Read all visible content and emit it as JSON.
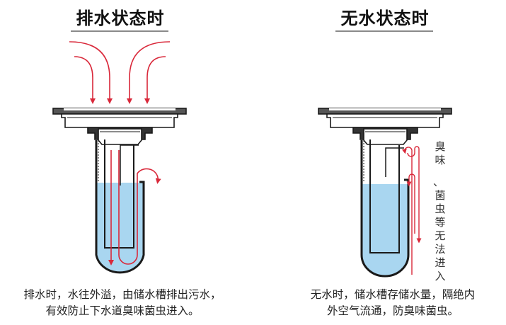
{
  "left_panel": {
    "title": "排水状态时",
    "caption_line1": "排水时，水往外溢，由储水槽排出污水，",
    "caption_line2": "有效防止下水道臭味菌虫进入。"
  },
  "right_panel": {
    "title": "无水状态时",
    "caption_line1": "无水时，储水槽存储水量，隔绝内",
    "caption_line2": "外空气流通，防臭味菌虫。",
    "side_note": [
      "臭",
      "味",
      "、",
      "菌",
      "虫",
      "等",
      "无",
      "法",
      "进",
      "入"
    ]
  },
  "colors": {
    "flow_arrow": "#d9283a",
    "water": "#a9d6f0",
    "outline": "#1a1a1a",
    "title_rule": "#8a8a8a"
  }
}
